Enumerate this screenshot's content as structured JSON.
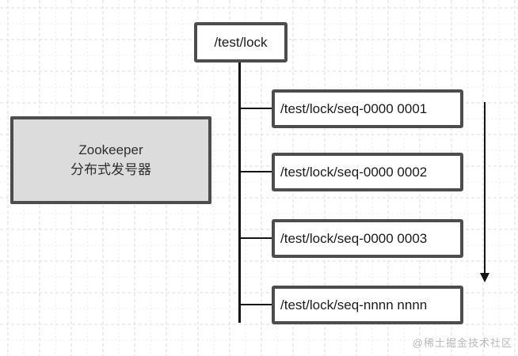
{
  "diagram": {
    "root": {
      "label": "/test/lock"
    },
    "annotation": {
      "lines": [
        "Zookeeper",
        "分布式发号器"
      ]
    },
    "children": [
      {
        "label": "/test/lock/seq-0000 0001"
      },
      {
        "label": "/test/lock/seq-0000 0002"
      },
      {
        "label": "/test/lock/seq-0000 0003"
      },
      {
        "label": "/test/lock/seq-nnnn nnnn"
      }
    ],
    "colors": {
      "node_border": "#4d4d4d",
      "node_fill": "#ffffff",
      "annotation_fill": "#dcdcdc",
      "connector": "#141414",
      "grid_major": "#dcdcdc",
      "grid_minor": "#ececec",
      "watermark_text": "#b9b9b9"
    },
    "watermark": "@稀土掘金技术社区"
  }
}
